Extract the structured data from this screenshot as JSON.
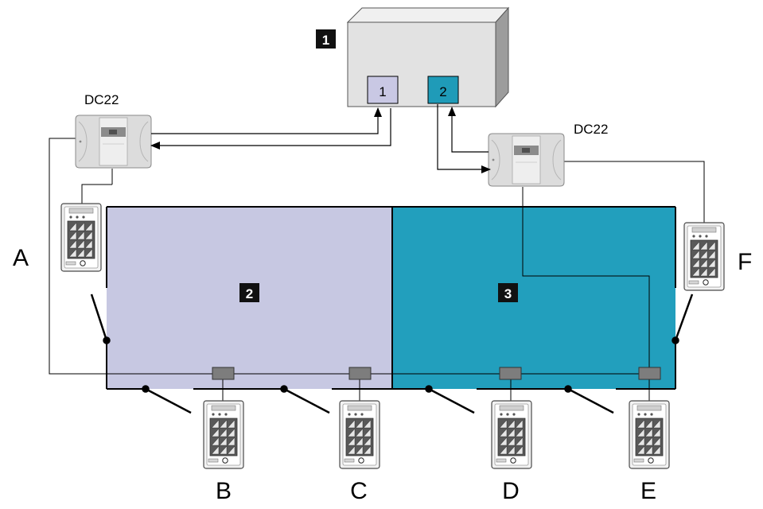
{
  "panel": {
    "badge": "1",
    "port_1": "1",
    "port_2": "2"
  },
  "controllers": {
    "left": "DC22",
    "right": "DC22"
  },
  "zones": {
    "left": {
      "badge": "2",
      "color": "#c7c8e2"
    },
    "right": {
      "badge": "3",
      "color": "#229fbd"
    }
  },
  "readers": {
    "a": "A",
    "b": "B",
    "c": "C",
    "d": "D",
    "e": "E",
    "f": "F"
  },
  "colors": {
    "badge_bg": "#111111",
    "panel_face": "#e2e2e2",
    "port_1_fill": "#c9c8e4",
    "port_2_fill": "#1f9bb8",
    "module_fill": "#7d7d7d"
  }
}
